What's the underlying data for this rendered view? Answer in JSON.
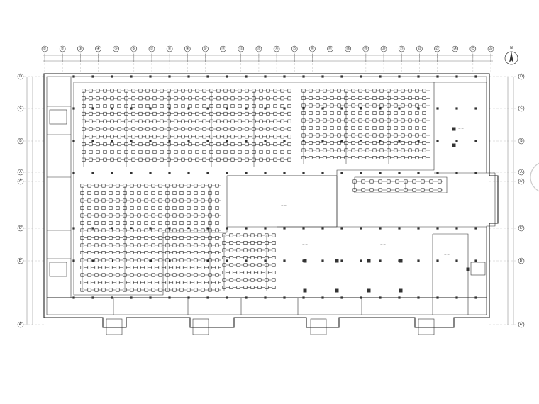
{
  "drawing": {
    "grid_columns": [
      "①",
      "②",
      "③",
      "④",
      "⑤",
      "⑥",
      "⑦",
      "⑧",
      "⑨",
      "⑩",
      "⑪",
      "⑫",
      "⑬",
      "⑭",
      "⑮",
      "⑯",
      "⑰",
      "⑱",
      "⑲",
      "⑳",
      "㉑",
      "㉒",
      "㉓",
      "㉔",
      "㉕",
      "㉖"
    ],
    "grid_rows": [
      "D",
      "C",
      "B",
      "A",
      "A'",
      "C'",
      "B'",
      "A'"
    ],
    "north_label": "N",
    "colors": {
      "line": "#222222",
      "background": "#ffffff"
    }
  }
}
